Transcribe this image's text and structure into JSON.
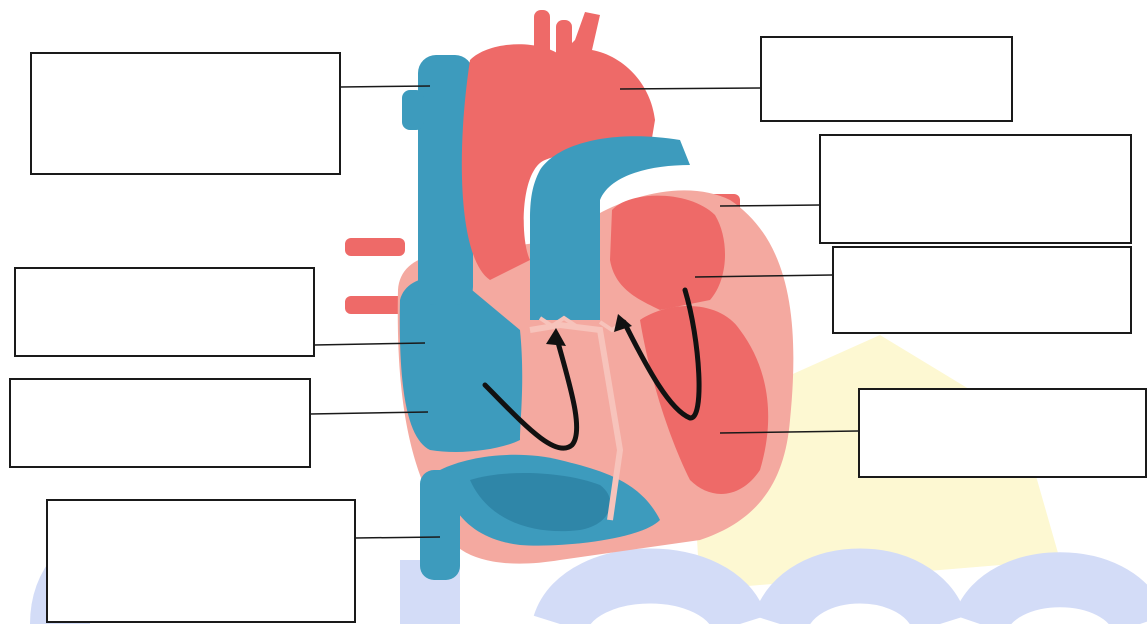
{
  "diagram": {
    "subject": "heart-cross-section",
    "colors": {
      "deoxygenated": "#3d9bbd",
      "deoxygenated_dark": "#2f86a8",
      "oxygenated": "#ee6a68",
      "oxygenated_light": "#f4928e",
      "wall": "#f4a9a0",
      "wall_edge": "#f7c3bb",
      "arrow": "#111111",
      "watermark_blue": "#d3dcf7",
      "watermark_yellow": "#fdf8d2"
    },
    "arrows": [
      "right-heart-flow-arrow",
      "left-heart-flow-arrow"
    ],
    "labels": [
      {
        "id": "superior-vena-cava",
        "text": ""
      },
      {
        "id": "aorta",
        "text": ""
      },
      {
        "id": "pulmonary-veins",
        "text": ""
      },
      {
        "id": "left-atrium",
        "text": ""
      },
      {
        "id": "right-atrium",
        "text": ""
      },
      {
        "id": "tricuspid-valve",
        "text": ""
      },
      {
        "id": "left-ventricle",
        "text": ""
      },
      {
        "id": "inferior-vena-cava",
        "text": ""
      }
    ]
  }
}
